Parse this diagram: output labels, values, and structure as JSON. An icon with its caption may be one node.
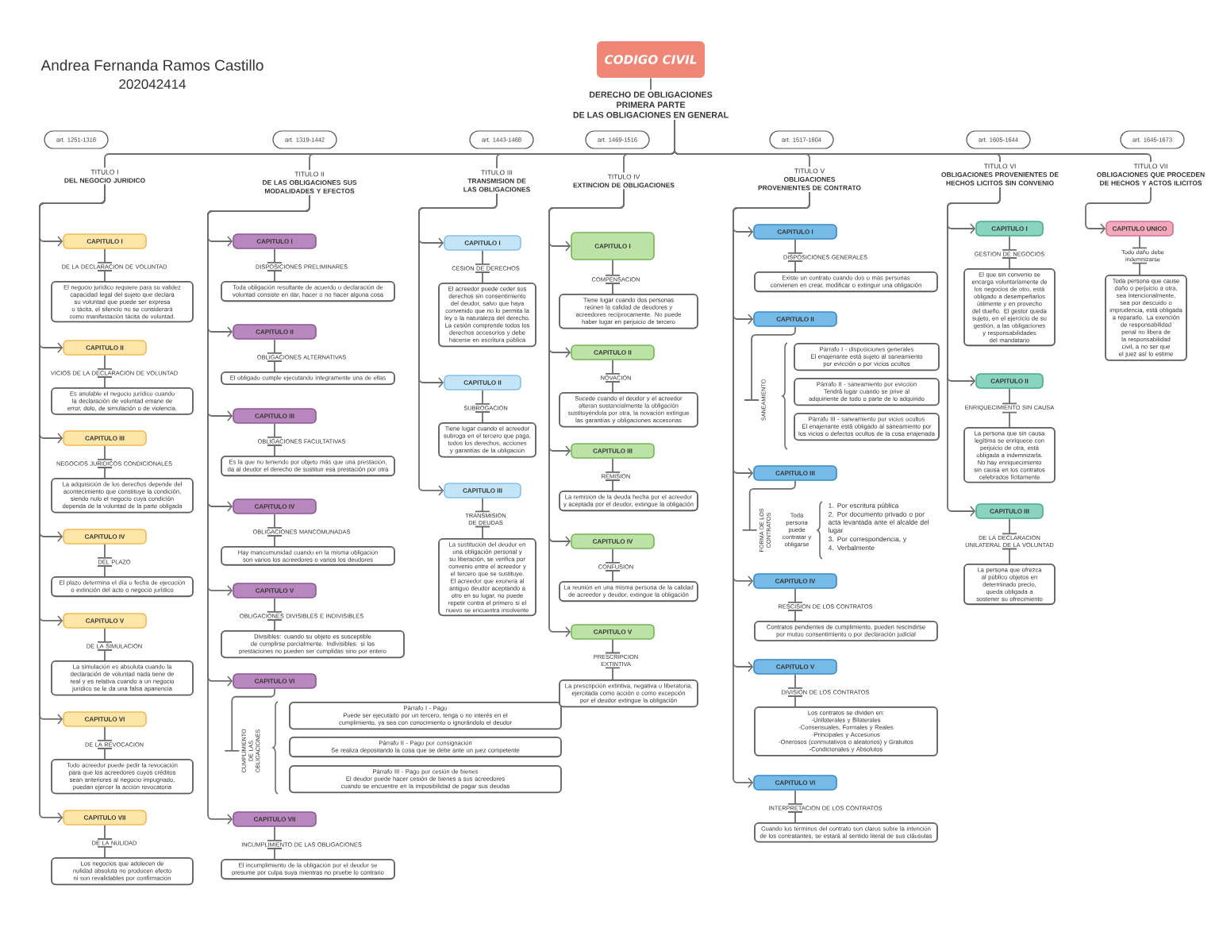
{
  "diagram": {
    "nodes": [
      {
        "text": [
          "CODIGO CIVIL"
        ]
      },
      {
        "text": [
          "DERECHO DE OBLIGACIONES",
          "PRIMERA PARTE",
          "DE LAS OBLIGACIONES EN GENERAL"
        ]
      },
      {
        "text": [
          "art. 1251-1318"
        ]
      },
      {
        "text": [
          "TITULO I",
          "DEL NEGOCIO JURIDICO"
        ]
      },
      {
        "text": [
          "CAPITULO I"
        ]
      },
      {
        "text": [
          "DE LA DECLARACION DE VOLUNTAD"
        ]
      },
      {
        "text": [
          "El negocio jurídico requiere para su validez capacidad legal del sujeto que declara su voluntad que puede ser expresa o tácita, el silencio no se considerará como manifestación tácita de voluntad."
        ]
      },
      {
        "text": [
          "CAPITULO II"
        ]
      },
      {
        "text": [
          "VICIOS DE LA DECLARACION DE VOLUNTAD"
        ]
      },
      {
        "text": [
          "Es anulable el negocio jurídico cuando la declaración de voluntad emane de error, dolo, de simulación o de violencia."
        ]
      },
      {
        "text": [
          "CAPITULO III"
        ]
      },
      {
        "text": [
          "NEGOCIOS JURIDICOS CONDICIONALES"
        ]
      },
      {
        "text": [
          "La adquisición de los derechos depende del acontecimiento que constituye la condición, siendo nulo el negocio cuya condición dependa de la voluntad de la parte obligada"
        ]
      },
      {
        "text": [
          "CAPITULO IV"
        ]
      },
      {
        "text": [
          "DEL PLAZO"
        ]
      },
      {
        "text": [
          "El plazo determina el día o fecha de ejecución o extinción del acto o negocio jurídico"
        ]
      },
      {
        "text": [
          "CAPITULO V"
        ]
      },
      {
        "text": [
          "DE LA SIMULACION"
        ]
      },
      {
        "text": [
          "La simulación es absoluta cuando la declaración de voluntad nada tiene de real y es relativa cuando a un negocio jurídico se le da una falsa apariencia"
        ]
      },
      {
        "text": [
          "CAPITULO VI"
        ]
      },
      {
        "text": [
          "DE LA REVOCACION"
        ]
      },
      {
        "text": [
          "Todo acreedor puede pedir la revocación para que los acreedores cuyos créditos sean anteriores al negocio impugnado, puedan ejercer la acción revocatoria"
        ]
      },
      {
        "text": [
          "CAPITULO VII"
        ]
      },
      {
        "text": [
          "DE LA NULIDAD"
        ]
      },
      {
        "text": [
          "Los negocios que adolecen de nulidad absoluta no producen efecto ni son revalidables por confirmación"
        ]
      },
      {
        "text": [
          "art. 1319-1442"
        ]
      },
      {
        "text": [
          "TITULO II",
          "DE LAS OBLIGACIONES SUS MODALIDADES Y EFECTOS"
        ]
      },
      {
        "text": [
          "CAPITULO I"
        ]
      },
      {
        "text": [
          "DISPOSICIONES PRELIMINARES"
        ]
      },
      {
        "text": [
          "Toda obligación resultante de acuerdo o declaración de voluntad consiste en dar, hacer o no hacer alguna cosa"
        ]
      },
      {
        "text": [
          "CAPITULO II"
        ]
      },
      {
        "text": [
          "OBLIGACIONES ALTERNATIVAS"
        ]
      },
      {
        "text": [
          "El obligado cumple ejecutando íntegramente una de ellas"
        ]
      },
      {
        "text": [
          "CAPITULO III"
        ]
      },
      {
        "text": [
          "OBLIGACIONES FACULTATIVAS"
        ]
      },
      {
        "text": [
          "Es la que no teniendo por objeto más que una prestación, da al deudor el derecho de sustituir esa prestación por otra"
        ]
      },
      {
        "text": [
          "CAPITULO IV"
        ]
      },
      {
        "text": [
          "OBLIGACIONES MANCOMUNADAS"
        ]
      },
      {
        "text": [
          "Hay mancomunidad cuando en la misma obligación son varios los acreedores o varios los deudores"
        ]
      },
      {
        "text": [
          "CAPITULO V"
        ]
      },
      {
        "text": [
          "OBLIGACIONES DIVISIBLES E INDIVISIBLES"
        ]
      },
      {
        "text": [
          "Divisibles: cuando su objeto es susceptible de cumplirse parcialmente. Indivisibles: si las prestaciones no pueden ser cumplidas sino por entero"
        ]
      },
      {
        "text": [
          "CAPITULO VI"
        ]
      },
      {
        "text": [
          "CUMPLIMIENTO DE LAS OBLIGACIONES"
        ]
      },
      {
        "text": [
          "Párrafo I - Pago",
          "Puede ser ejecutado por un tercero, tenga o no interés en el cumplimiento, ya sea con conocimiento o ignorándolo el deudor"
        ]
      },
      {
        "text": [
          "Párrafo II - Pago por consignación",
          "Se realiza depositando la cosa que se debe ante un juez competente"
        ]
      },
      {
        "text": [
          "Párrafo III - Pago por cesión de bienes",
          "El deudor puede hacer cesión de bienes a sus acreedores cuando se encuentre en la imposibilidad de pagar sus deudas"
        ]
      },
      {
        "text": [
          "CAPITULO VII"
        ]
      },
      {
        "text": [
          "INCUMPLIMIENTO DE LAS OBLIGACIONES"
        ]
      },
      {
        "text": [
          "El incumplimiento de la obligación por el deudor se presume por culpa suya mientras no pruebe lo contrario"
        ]
      },
      {
        "text": [
          "art. 1443-1468"
        ]
      },
      {
        "text": [
          "TITULO III",
          "TRANSMISION DE LAS OBLIGACIONES"
        ]
      },
      {
        "text": [
          "CAPITULO I"
        ]
      },
      {
        "text": [
          "CESION DE DERECHOS"
        ]
      },
      {
        "text": [
          "El acreedor puede ceder sus derechos sin consentimiento del deudor, salvo que haya convenido que no lo permita la ley o la naturaleza del derecho. La cesión comprende todos los derechos accesorios y debe hacerse en escritura pública"
        ]
      },
      {
        "text": [
          "CAPITULO II"
        ]
      },
      {
        "text": [
          "SUBROGACION"
        ]
      },
      {
        "text": [
          "Tiene lugar cuando el acreedor subroga en el tercero que paga, todos los derechos, acciones y garantías de la obligación"
        ]
      },
      {
        "text": [
          "CAPITULO III"
        ]
      },
      {
        "text": [
          "TRANSMISION DE DEUDAS"
        ]
      },
      {
        "text": [
          "La sustitución del deudor en una obligación personal y su liberación, se verifica por convenio entre el acreedor y el tercero que se sustituye. El acreedor que exonera al antiguo deudor aceptando a otro en su lugar, no puede repetir contra el primero si el nuevo se encuentra insolvente"
        ]
      },
      {
        "text": [
          "art. 1469-1516"
        ]
      },
      {
        "text": [
          "TITULO IV",
          "EXTINCION DE OBLIGACIONES"
        ]
      },
      {
        "text": [
          "CAPITULO I"
        ]
      },
      {
        "text": [
          "COMPENSACION"
        ]
      },
      {
        "text": [
          "Tiene lugar cuando dos personas reúnen la calidad de deudores y acreedores recíprocamente. No puede haber lugar en perjuicio de tercero"
        ]
      },
      {
        "text": [
          "CAPITULO II"
        ]
      },
      {
        "text": [
          "NOVACION"
        ]
      },
      {
        "text": [
          "Sucede cuando el deudor y el acreedor alteran sustancialmente la obligación sustituyéndola por otra, la novación extingue las garantías y obligaciones accesorias"
        ]
      },
      {
        "text": [
          "CAPITULO III"
        ]
      },
      {
        "text": [
          "REMISION"
        ]
      },
      {
        "text": [
          "La remisión de la deuda hecha por el acreedor y aceptada por el deudor, extingue la obligación"
        ]
      },
      {
        "text": [
          "CAPITULO IV"
        ]
      },
      {
        "text": [
          "CONFUSION"
        ]
      },
      {
        "text": [
          "La reunión en una misma persona de la calidad de acreedor y deudor, extingue la obligación"
        ]
      },
      {
        "text": [
          "CAPITULO V"
        ]
      },
      {
        "text": [
          "PRESCRIPCION EXTINTIVA"
        ]
      },
      {
        "text": [
          "La prescripción extintiva, negativa o liberatoria, ejercitada como acción o como excepción por el deudor extingue la obligación"
        ]
      },
      {
        "text": [
          "art. 1517-1604"
        ]
      },
      {
        "text": [
          "TITULO V",
          "OBLIGACIONES PROVENIENTES DE CONTRATO"
        ]
      },
      {
        "text": [
          "CAPITULO I"
        ]
      },
      {
        "text": [
          "DISPOSICIONES GENERALES"
        ]
      },
      {
        "text": [
          "Existe un contrato cuando dos o más personas convienen en crear, modificar o extinguir una obligación"
        ]
      },
      {
        "text": [
          "CAPITULO II"
        ]
      },
      {
        "text": [
          "SANEAMIENTO"
        ]
      },
      {
        "text": [
          "Párrafo I - disposiciones generales",
          "El enajenante está sujeto al saneamiento por evicción o por vicios ocultos"
        ]
      },
      {
        "text": [
          "Párrafo II - saneamiento por evicción",
          "Tendrá lugar cuando se prive al adquiriente de todo o parte de lo adquirido"
        ]
      },
      {
        "text": [
          "Párrafo III - saneamiento por vicios ocultos",
          "El enajenante está obligado al saneamiento por los vicios o defectos ocultos de la cosa enajenada"
        ]
      },
      {
        "text": [
          "CAPITULO III"
        ]
      },
      {
        "text": [
          "FORMA DE LOS CONTRATOS"
        ]
      },
      {
        "text": [
          "CAPITULO IV"
        ]
      },
      {
        "text": [
          "RESCISION DE LOS CONTRATOS"
        ]
      },
      {
        "text": [
          "Contratos pendientes de cumplimiento, pueden rescindirse por mutuo consentimiento o por declaración judicial"
        ]
      },
      {
        "text": [
          "CAPITULO V"
        ]
      },
      {
        "text": [
          "DIVISION DE LOS CONTRATOS"
        ]
      },
      {
        "text": [
          "Los contratos se dividen en:",
          "-Unilaterales y Bilaterales",
          "-Consensuales, Formales y Reales",
          "-Principales y Accesorios",
          "-Onerosos (conmutativos o aleatorios) y Gratuitos",
          "-Condicionales y Absolutos"
        ]
      },
      {
        "text": [
          "CAPITULO VI"
        ]
      },
      {
        "text": [
          "INTERPRETACION DE LOS CONTRATOS"
        ]
      },
      {
        "text": [
          "Cuando los términos del contrato son claros sobre la intención de los contratantes, se estará al sentido literal de sus cláusulas"
        ]
      },
      {
        "text": [
          "art. 1605-1644"
        ]
      },
      {
        "text": [
          "TITULO VI",
          "OBLIGACIONES PROVENIENTES DE HECHOS LICITOS SIN CONVENIO"
        ]
      },
      {
        "text": [
          "CAPITULO I"
        ]
      },
      {
        "text": [
          "GESTION DE NEGOCIOS"
        ]
      },
      {
        "text": [
          "El que sin convenio se encarga voluntariamente de los negocios de otro, está obligado a desempeñarlos útilmente y en provecho del dueño. El gestor queda sujeto, en el ejercicio de su gestión, a las obligaciones y responsabilidades del mandatario"
        ]
      },
      {
        "text": [
          "CAPITULO II"
        ]
      },
      {
        "text": [
          "ENRIQUECIMIENTO SIN CAUSA"
        ]
      },
      {
        "text": [
          "La persona que sin causa legítima se enriquece con perjuicio de otra, está obligada a indemnizarla. No hay enriquecimiento sin causa en los contratos celebrados lícitamente"
        ]
      },
      {
        "text": [
          "CAPITULO III"
        ]
      },
      {
        "text": [
          "DE LA DECLARACION UNILATERAL DE LA VOLUNTAD"
        ]
      },
      {
        "text": [
          "La persona que ofrezca al público objetos en determinado precio, queda obligada a sostener su ofrecimiento"
        ]
      },
      {
        "text": [
          "art. 1645-1673"
        ]
      },
      {
        "text": [
          "TITULO VII",
          "OBLIGACIONES QUE PROCEDEN DE HECHOS Y ACTOS ILICITOS"
        ]
      },
      {
        "text": [
          "CAPITULO UNICO"
        ]
      },
      {
        "text": [
          "Todo daño debe indemnizarse"
        ]
      },
      {
        "text": [
          "Toda persona que cause daño o perjuicio a otra, sea intencionalmente, sea por descuido o imprudencia, está obligada a repararlo. La exención de responsabilidad penal no libera de la responsabilidad civil, a no ser que el juez así lo estime"
        ]
      }
    ],
    "edges": [
      {
        "from": 0,
        "to": 1,
        "arrow": "none"
      },
      {
        "from": 1,
        "to": 3,
        "arrow": "none"
      },
      {
        "from": 1,
        "to": 26,
        "arrow": "none"
      },
      {
        "from": 1,
        "to": 51,
        "arrow": "none"
      },
      {
        "from": 1,
        "to": 62,
        "arrow": "none"
      },
      {
        "from": 1,
        "to": 79,
        "arrow": "none"
      },
      {
        "from": 1,
        "to": 100,
        "arrow": "none"
      },
      {
        "from": 1,
        "to": 111,
        "arrow": "none"
      },
      {
        "from": 3,
        "to": 4,
        "arrow": "to"
      },
      {
        "from": 3,
        "to": 7,
        "arrow": "to"
      },
      {
        "from": 3,
        "to": 10,
        "arrow": "to"
      },
      {
        "from": 3,
        "to": 13,
        "arrow": "to"
      },
      {
        "from": 3,
        "to": 16,
        "arrow": "to"
      },
      {
        "from": 3,
        "to": 19,
        "arrow": "to"
      },
      {
        "from": 3,
        "to": 22,
        "arrow": "to"
      },
      {
        "from": 26,
        "to": 27,
        "arrow": "to"
      },
      {
        "from": 26,
        "to": 30,
        "arrow": "to"
      },
      {
        "from": 26,
        "to": 33,
        "arrow": "to"
      },
      {
        "from": 26,
        "to": 36,
        "arrow": "to"
      },
      {
        "from": 26,
        "to": 39,
        "arrow": "to"
      },
      {
        "from": 26,
        "to": 42,
        "arrow": "to"
      },
      {
        "from": 26,
        "to": 47,
        "arrow": "to"
      },
      {
        "from": 51,
        "to": 52,
        "arrow": "to"
      },
      {
        "from": 51,
        "to": 55,
        "arrow": "to"
      },
      {
        "from": 51,
        "to": 58,
        "arrow": "to"
      },
      {
        "from": 62,
        "to": 63,
        "arrow": "to"
      },
      {
        "from": 62,
        "to": 66,
        "arrow": "to"
      },
      {
        "from": 62,
        "to": 69,
        "arrow": "to"
      },
      {
        "from": 62,
        "to": 72,
        "arrow": "to"
      },
      {
        "from": 62,
        "to": 75,
        "arrow": "to"
      },
      {
        "from": 79,
        "to": 80,
        "arrow": "to"
      },
      {
        "from": 79,
        "to": 83,
        "arrow": "to"
      },
      {
        "from": 79,
        "to": 88,
        "arrow": "to"
      },
      {
        "from": 79,
        "to": 90,
        "arrow": "to"
      },
      {
        "from": 79,
        "to": 93,
        "arrow": "to"
      },
      {
        "from": 79,
        "to": 96,
        "arrow": "to"
      },
      {
        "from": 100,
        "to": 101,
        "arrow": "to"
      },
      {
        "from": 100,
        "to": 104,
        "arrow": "to"
      },
      {
        "from": 100,
        "to": 107,
        "arrow": "to"
      },
      {
        "from": 111,
        "to": 112,
        "arrow": "to"
      },
      {
        "from": 4,
        "to": 5,
        "arrow": "none"
      },
      {
        "from": 5,
        "to": 6,
        "arrow": "none"
      },
      {
        "from": 7,
        "to": 8,
        "arrow": "none"
      },
      {
        "from": 8,
        "to": 9,
        "arrow": "none"
      },
      {
        "from": 10,
        "to": 11,
        "arrow": "none"
      },
      {
        "from": 11,
        "to": 12,
        "arrow": "none"
      },
      {
        "from": 13,
        "to": 14,
        "arrow": "none"
      },
      {
        "from": 14,
        "to": 15,
        "arrow": "none"
      },
      {
        "from": 16,
        "to": 17,
        "arrow": "none"
      },
      {
        "from": 17,
        "to": 18,
        "arrow": "none"
      },
      {
        "from": 19,
        "to": 20,
        "arrow": "none"
      },
      {
        "from": 20,
        "to": 21,
        "arrow": "none"
      },
      {
        "from": 22,
        "to": 23,
        "arrow": "none"
      },
      {
        "from": 23,
        "to": 24,
        "arrow": "none"
      },
      {
        "from": 27,
        "to": 28,
        "arrow": "none"
      },
      {
        "from": 28,
        "to": 29,
        "arrow": "none"
      },
      {
        "from": 30,
        "to": 31,
        "arrow": "none"
      },
      {
        "from": 31,
        "to": 32,
        "arrow": "none"
      },
      {
        "from": 33,
        "to": 34,
        "arrow": "none"
      },
      {
        "from": 34,
        "to": 35,
        "arrow": "none"
      },
      {
        "from": 36,
        "to": 37,
        "arrow": "none"
      },
      {
        "from": 37,
        "to": 38,
        "arrow": "none"
      },
      {
        "from": 39,
        "to": 40,
        "arrow": "none"
      },
      {
        "from": 40,
        "to": 41,
        "arrow": "none"
      },
      {
        "from": 42,
        "to": 43,
        "arrow": "none"
      },
      {
        "from": 47,
        "to": 48,
        "arrow": "none"
      },
      {
        "from": 48,
        "to": 49,
        "arrow": "none"
      },
      {
        "from": 52,
        "to": 53,
        "arrow": "none"
      },
      {
        "from": 53,
        "to": 54,
        "arrow": "none"
      },
      {
        "from": 55,
        "to": 56,
        "arrow": "none"
      },
      {
        "from": 56,
        "to": 57,
        "arrow": "none"
      },
      {
        "from": 58,
        "to": 59,
        "arrow": "none"
      },
      {
        "from": 59,
        "to": 60,
        "arrow": "none"
      },
      {
        "from": 63,
        "to": 64,
        "arrow": "none"
      },
      {
        "from": 64,
        "to": 65,
        "arrow": "none"
      },
      {
        "from": 66,
        "to": 67,
        "arrow": "none"
      },
      {
        "from": 67,
        "to": 68,
        "arrow": "none"
      },
      {
        "from": 69,
        "to": 70,
        "arrow": "none"
      },
      {
        "from": 70,
        "to": 71,
        "arrow": "none"
      },
      {
        "from": 72,
        "to": 73,
        "arrow": "none"
      },
      {
        "from": 73,
        "to": 74,
        "arrow": "none"
      },
      {
        "from": 75,
        "to": 76,
        "arrow": "none"
      },
      {
        "from": 76,
        "to": 77,
        "arrow": "none"
      },
      {
        "from": 80,
        "to": 81,
        "arrow": "none"
      },
      {
        "from": 81,
        "to": 82,
        "arrow": "none"
      },
      {
        "from": 83,
        "to": 84,
        "arrow": "none"
      },
      {
        "from": 88,
        "to": 89,
        "arrow": "none"
      },
      {
        "from": 90,
        "to": 91,
        "arrow": "none"
      },
      {
        "from": 91,
        "to": 92,
        "arrow": "none"
      },
      {
        "from": 93,
        "to": 94,
        "arrow": "none"
      },
      {
        "from": 94,
        "to": 95,
        "arrow": "none"
      },
      {
        "from": 96,
        "to": 97,
        "arrow": "none"
      },
      {
        "from": 97,
        "to": 98,
        "arrow": "none"
      },
      {
        "from": 101,
        "to": 102,
        "arrow": "none"
      },
      {
        "from": 102,
        "to": 103,
        "arrow": "none"
      },
      {
        "from": 104,
        "to": 105,
        "arrow": "none"
      },
      {
        "from": 105,
        "to": 106,
        "arrow": "none"
      },
      {
        "from": 107,
        "to": 108,
        "arrow": "none"
      },
      {
        "from": 108,
        "to": 109,
        "arrow": "none"
      },
      {
        "from": 112,
        "to": 113,
        "arrow": "none"
      },
      {
        "from": 113,
        "to": 114,
        "arrow": "none"
      }
    ],
    "labels": [
      "Andrea Fernanda Ramos Castillo",
      "202042414",
      "Toda persona puede contratar y obligarse",
      "1. Por escritura pública",
      "2. Por documento privado o por acta levantada ante el alcalde del lugar",
      "3. Por correspondencia, y",
      "4. Verbalmente"
    ]
  }
}
